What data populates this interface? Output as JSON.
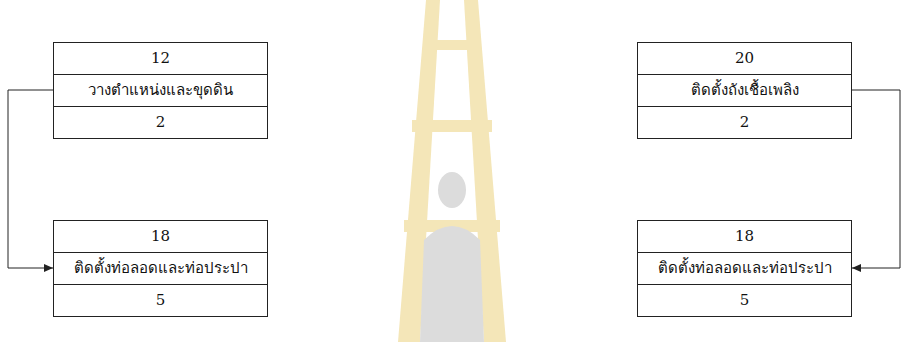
{
  "diagram": {
    "nodes": [
      {
        "text": [
          "12",
          "วางตำแหน่งและขุดดิน",
          "2"
        ]
      },
      {
        "text": [
          "18",
          "ติดตั้งท่อลอดและท่อประปา",
          "5"
        ]
      },
      {
        "text": [
          "20",
          "ติดตั้งถังเชื้อเพลิง",
          "2"
        ]
      },
      {
        "text": [
          "18",
          "ติดตั้งท่อลอดและท่อประปา",
          "5"
        ]
      }
    ],
    "edges": [
      {
        "from": 0,
        "to": 1,
        "arrow": "to"
      },
      {
        "from": 2,
        "to": 3,
        "arrow": "to"
      }
    ]
  }
}
